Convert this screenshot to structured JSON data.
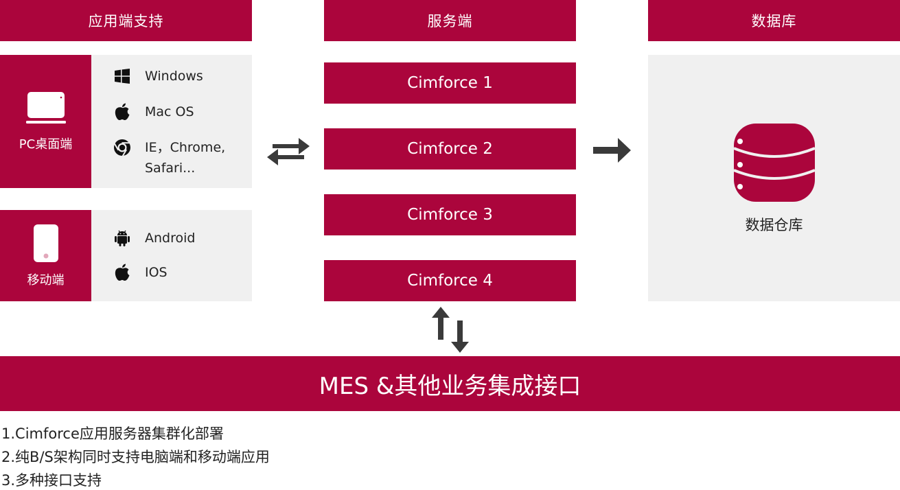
{
  "colors": {
    "accent": "#ab053c",
    "panel": "#f0f0f0",
    "arrow": "#3a3a3a"
  },
  "headers": {
    "client": "应用端支持",
    "server": "服务端",
    "database": "数据库"
  },
  "pc": {
    "label": "PC桌面端",
    "icon": "laptop-icon",
    "platforms": [
      {
        "icon": "windows-icon",
        "label": "Windows"
      },
      {
        "icon": "apple-icon",
        "label": "Mac OS"
      },
      {
        "icon": "chrome-icon",
        "label": "IE，Chrome,",
        "label2": "Safari..."
      }
    ]
  },
  "mobile": {
    "label": "移动端",
    "icon": "phone-icon",
    "platforms": [
      {
        "icon": "android-icon",
        "label": "Android"
      },
      {
        "icon": "apple-icon",
        "label": "IOS"
      }
    ]
  },
  "servers": [
    "Cimforce 1",
    "Cimforce 2",
    "Cimforce 3",
    "Cimforce 4"
  ],
  "database": {
    "label": "数据仓库",
    "icon": "database-icon"
  },
  "integration": "MES &其他业务集成接口",
  "notes": [
    "1.Cimforce应用服务器集群化部署",
    "2.纯B/S架构同时支持电脑端和移动端应用",
    "3.多种接口支持"
  ]
}
